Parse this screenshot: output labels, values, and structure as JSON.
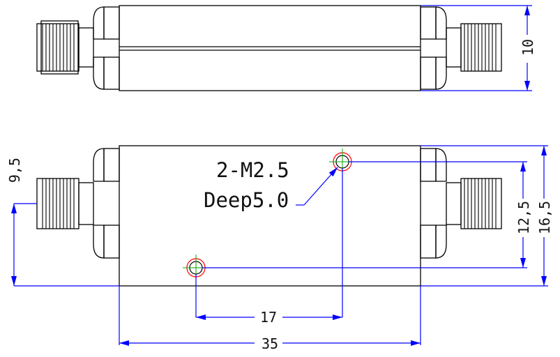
{
  "notes": {
    "hole_spec": "2-M2.5",
    "depth_spec": "Deep5.0"
  },
  "dimensions": {
    "height_top": "10",
    "offset_left": "9,5",
    "hole_spacing_v": "12,5",
    "body_height": "16,5",
    "hole_spacing_h": "17",
    "body_length": "35"
  },
  "colors": {
    "outline": "#000000",
    "dimension": "#0000ff",
    "hole_mark_red": "#ff0000",
    "hole_mark_green": "#00aa00"
  }
}
